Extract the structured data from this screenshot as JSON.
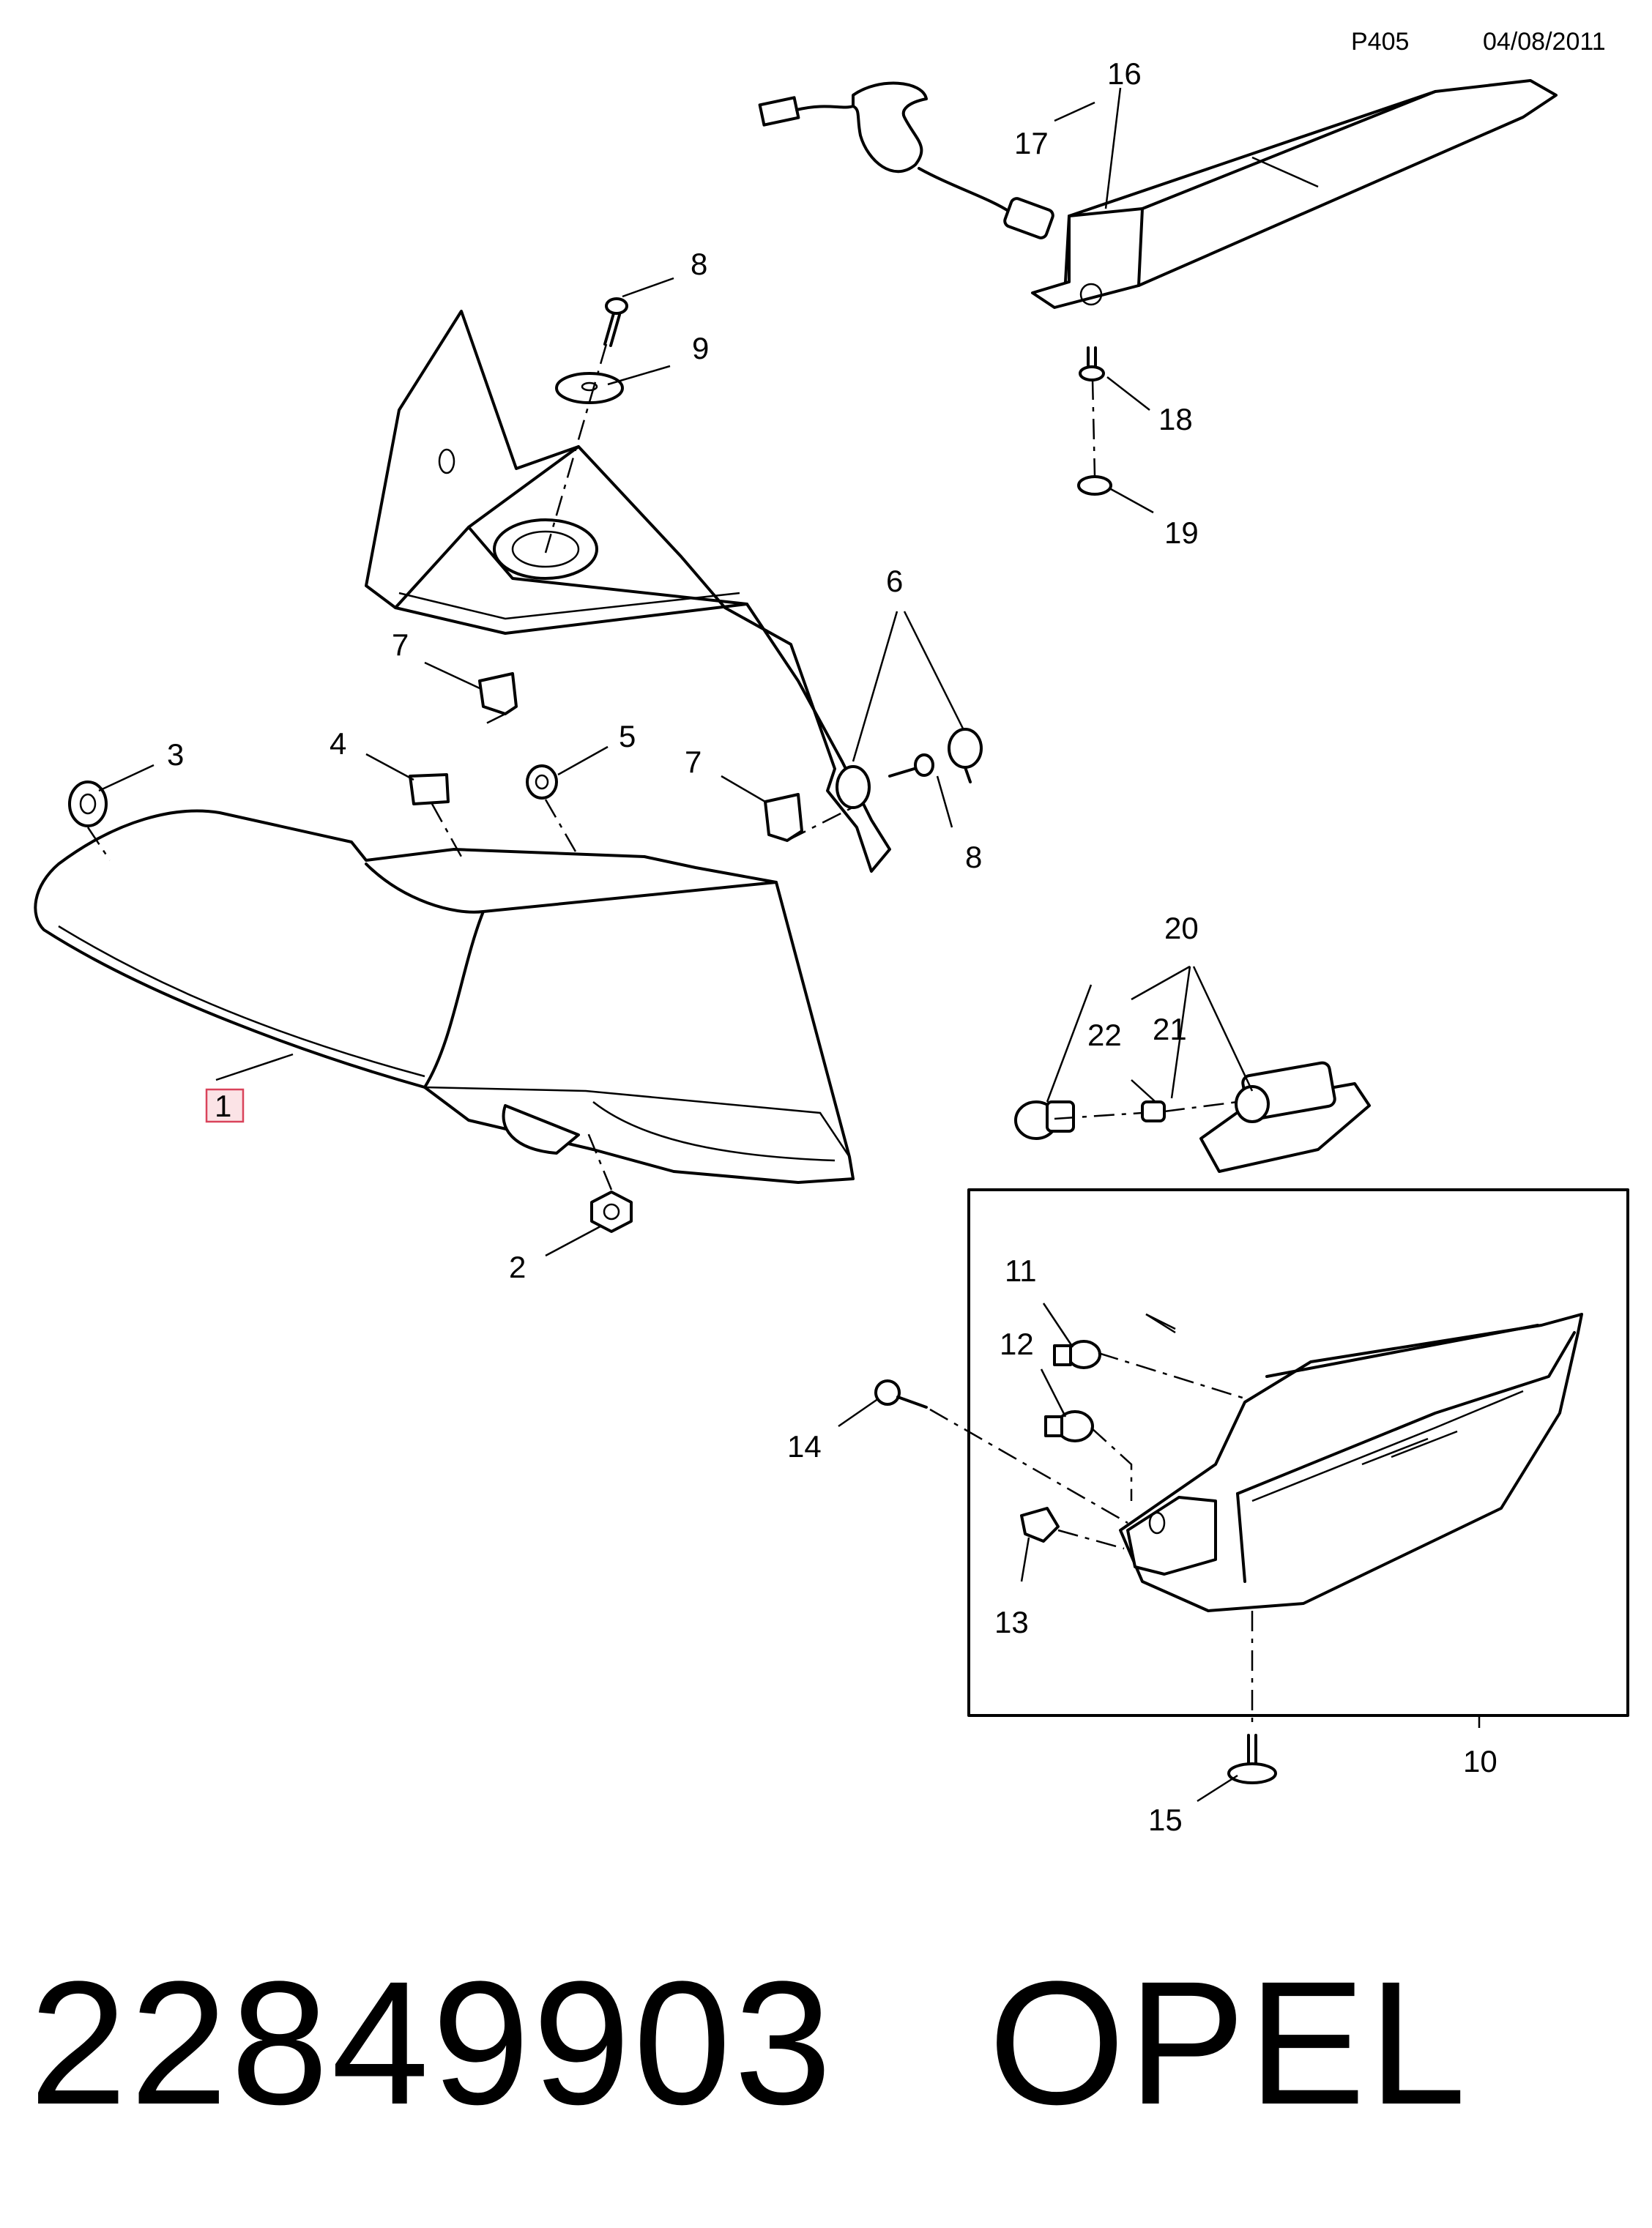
{
  "header": {
    "page_code": "P405",
    "date": "04/08/2011"
  },
  "callouts": {
    "c1": "1",
    "c2": "2",
    "c3": "3",
    "c4": "4",
    "c5": "5",
    "c6": "6",
    "c7a": "7",
    "c7b": "7",
    "c8a": "8",
    "c8b": "8",
    "c9": "9",
    "c10": "10",
    "c11": "11",
    "c12": "12",
    "c13": "13",
    "c14": "14",
    "c15": "15",
    "c16": "16",
    "c17": "17",
    "c18": "18",
    "c19": "19",
    "c20": "20",
    "c21": "21",
    "c22": "22"
  },
  "footer": {
    "part_number": "22849903",
    "brand": "OPEL"
  }
}
